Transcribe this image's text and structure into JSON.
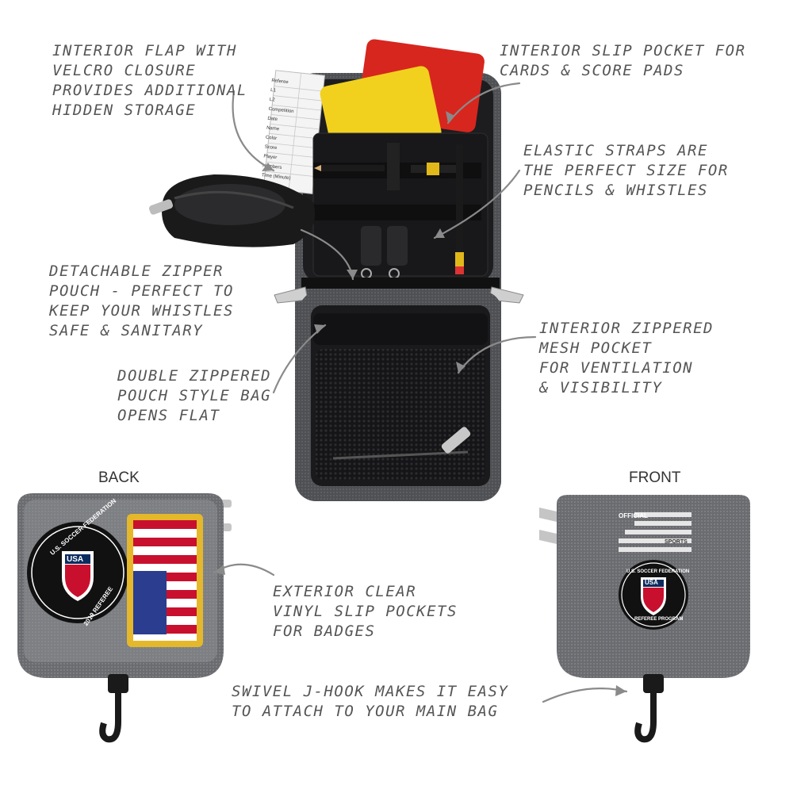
{
  "callouts": {
    "interior_flap": "INTERIOR FLAP WITH\nVELCRO CLOSURE\nPROVIDES ADDITIONAL\nHIDDEN STORAGE",
    "slip_pocket": "INTERIOR SLIP POCKET FOR\nCARDS & SCORE PADS",
    "elastic_straps": "ELASTIC STRAPS ARE\nTHE PERFECT SIZE FOR\nPENCILS & WHISTLES",
    "zipper_pouch": "DETACHABLE ZIPPER\nPOUCH - PERFECT TO\nKEEP YOUR WHISTLES\nSAFE & SANITARY",
    "mesh_pocket": "INTERIOR ZIPPERED\nMESH POCKET\nFOR VENTILATION\n& VISIBILITY",
    "double_zippered": "DOUBLE ZIPPERED\nPOUCH STYLE BAG\nOPENS FLAT",
    "vinyl_pockets": "EXTERIOR CLEAR\nVINYL SLIP POCKETS\nFOR BADGES",
    "j_hook": "SWIVEL J-HOOK MAKES IT EASY\nTO ATTACH TO YOUR MAIN BAG"
  },
  "headings": {
    "back": "BACK",
    "front": "FRONT"
  },
  "product_text": {
    "patch_top": "U.S. SOCCER FEDERATION",
    "patch_bottom": "2019 REFEREE",
    "patch_shield": "USA",
    "front_badge_top": "U.S. SOCCER FEDERATION",
    "front_badge_bottom": "REFEREE PROGRAM",
    "front_badge_shield": "USA",
    "brand_line1": "OFFICIAL",
    "brand_line2": "SPORTS",
    "score_card_rows": [
      "Referee",
      "L1",
      "L2",
      "Competition",
      "Date",
      "",
      "Name",
      "Color",
      "Score",
      "Player Numbers",
      "Time (Minute)"
    ]
  },
  "colors": {
    "red_card": "#d7261e",
    "yellow_card": "#f1d11e",
    "bag_black": "#1d1d1f",
    "bag_grey": "#6c6e72",
    "text_grey": "#555555"
  }
}
